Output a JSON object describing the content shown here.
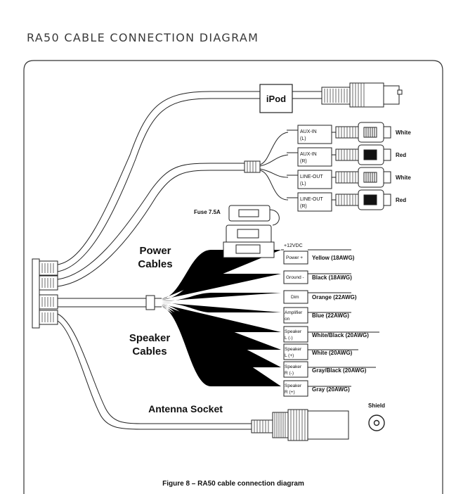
{
  "title": "RA50 CABLE CONNECTION DIAGRAM",
  "caption": "Figure 8 – RA50 cable connection diagram",
  "ipod_label": "iPod",
  "fuse_label": "Fuse 7.5A",
  "voltage_label": "+12VDC",
  "group_labels": {
    "power_line1": "Power",
    "power_line2": "Cables",
    "speaker_line1": "Speaker",
    "speaker_line2": "Cables",
    "antenna": "Antenna Socket",
    "shield": "Shield"
  },
  "audio_connectors": [
    {
      "tag_line1": "AUX-IN",
      "tag_line2": "(L)",
      "color": "White"
    },
    {
      "tag_line1": "AUX-IN",
      "tag_line2": "(R)",
      "color": "Red"
    },
    {
      "tag_line1": "LINE-OUT",
      "tag_line2": "(L)",
      "color": "White"
    },
    {
      "tag_line1": "LINE-OUT",
      "tag_line2": "(R)",
      "color": "Red"
    }
  ],
  "wires": [
    {
      "tag_line1": "Power +",
      "tag_line2": "",
      "desc": "Yellow (18AWG)"
    },
    {
      "tag_line1": "Ground -",
      "tag_line2": "",
      "desc": "Black (18AWG)"
    },
    {
      "tag_line1": "Dim",
      "tag_line2": "",
      "desc": "Orange (22AWG)"
    },
    {
      "tag_line1": "Amplifier",
      "tag_line2": "on",
      "desc": "Blue (22AWG)"
    },
    {
      "tag_line1": "Speaker",
      "tag_line2": "L (-)",
      "desc": "White/Black (20AWG)"
    },
    {
      "tag_line1": "Speaker",
      "tag_line2": "L (+)",
      "desc": "White (20AWG)"
    },
    {
      "tag_line1": "Speaker",
      "tag_line2": "R (-)",
      "desc": "Gray/Black (20AWG)"
    },
    {
      "tag_line1": "Speaker",
      "tag_line2": "R (+)",
      "desc": "Gray (20AWG)"
    }
  ]
}
